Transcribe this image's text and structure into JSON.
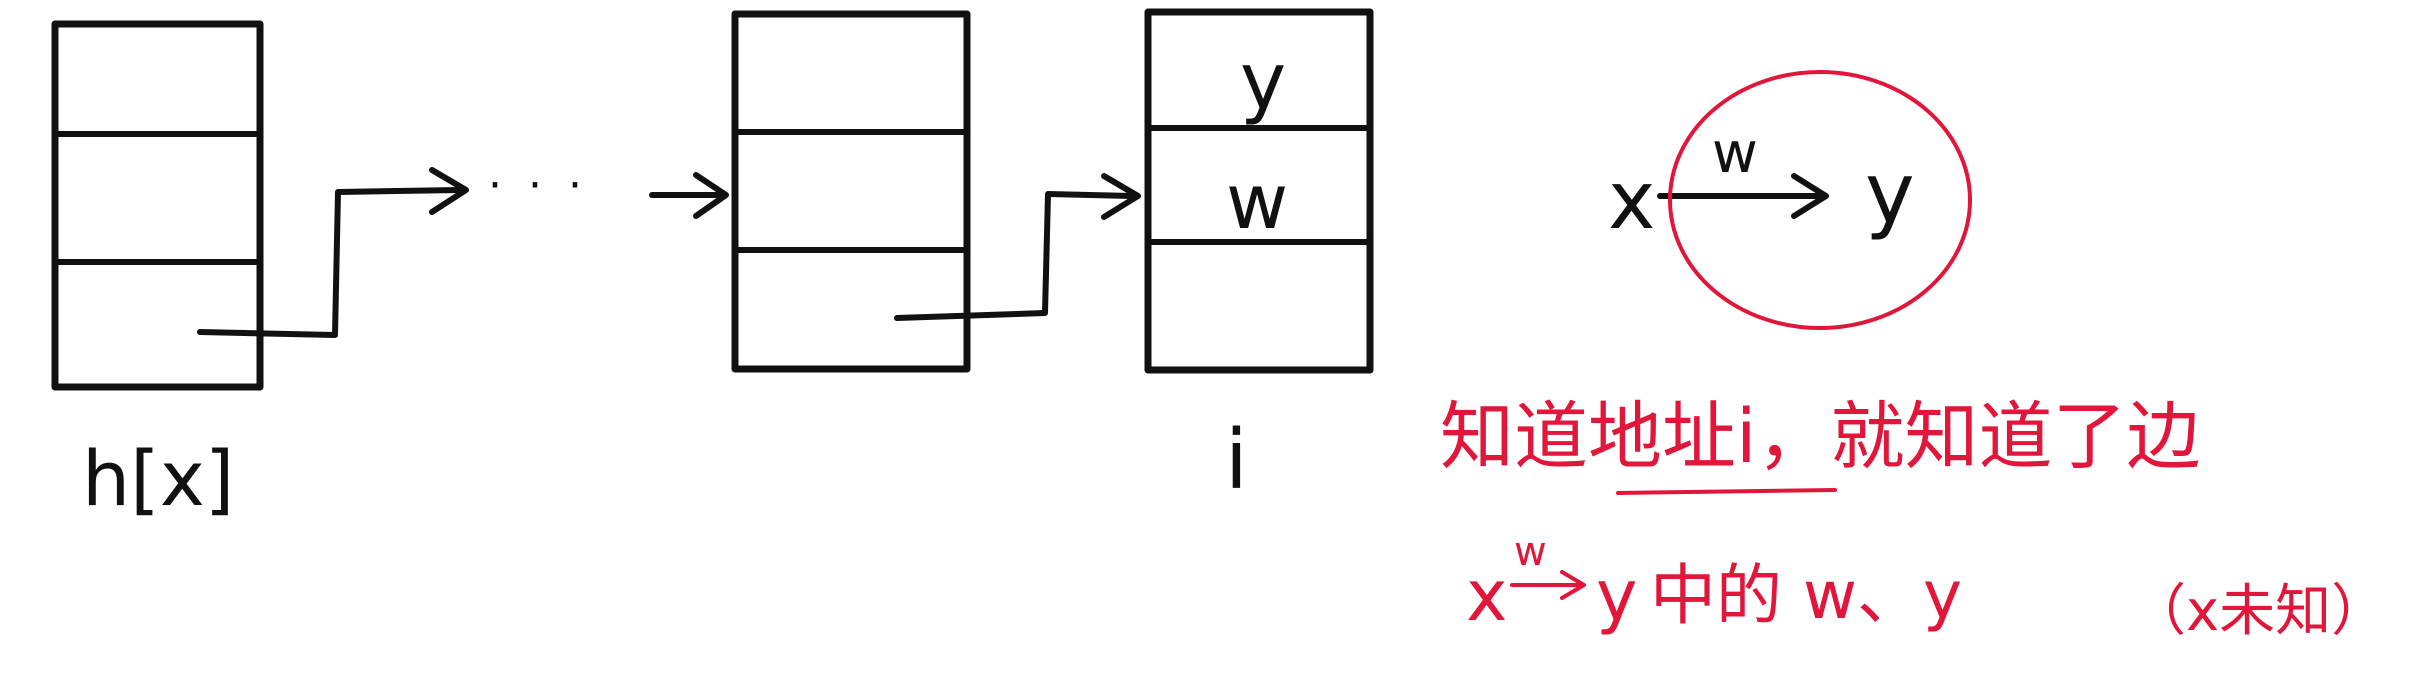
{
  "diagram": {
    "labels": {
      "head": "h[x]",
      "ellipsis": "· · ·",
      "node_index": "i",
      "field_y": "y",
      "field_w": "w"
    },
    "edge": {
      "from": "x",
      "weight": "w",
      "to": "y"
    },
    "notes": {
      "line1_pre": "知道",
      "line1_underlined": "地址i",
      "line1_post": "，就知道了边",
      "line2_edge_from": "x",
      "line2_edge_weight": "w",
      "line2_edge_to": "y",
      "line2_rest": "中的 w、y",
      "line2_aside": "（x未知）"
    },
    "colors": {
      "ink": "#111111",
      "annotation": "#e0163a"
    }
  }
}
